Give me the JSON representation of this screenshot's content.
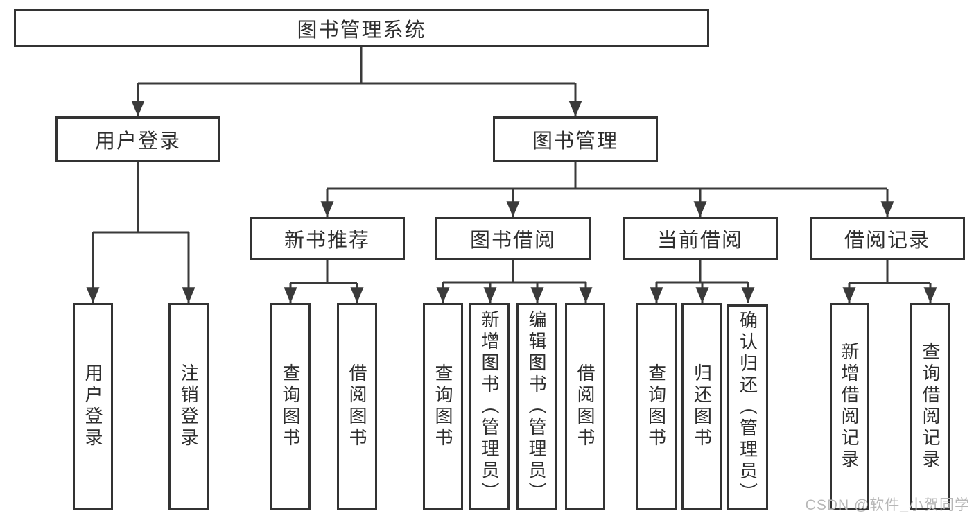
{
  "tree": {
    "root": {
      "label": "图书管理系统"
    },
    "user_login": {
      "label": "用户登录",
      "children": [
        {
          "label": "用户登录"
        },
        {
          "label": "注销登录"
        }
      ]
    },
    "book_mgmt": {
      "label": "图书管理",
      "sections": [
        {
          "label": "新书推荐",
          "children": [
            {
              "label": "查询图书"
            },
            {
              "label": "借阅图书"
            }
          ]
        },
        {
          "label": "图书借阅",
          "children": [
            {
              "label": "查询图书"
            },
            {
              "label": "新增图书（管理员）"
            },
            {
              "label": "编辑图书（管理员）"
            },
            {
              "label": "借阅图书"
            }
          ]
        },
        {
          "label": "当前借阅",
          "children": [
            {
              "label": "查询图书"
            },
            {
              "label": "归还图书"
            },
            {
              "label": "确认归还（管理员）"
            }
          ]
        },
        {
          "label": "借阅记录",
          "children": [
            {
              "label": "新增借阅记录"
            },
            {
              "label": "查询借阅记录"
            }
          ]
        }
      ]
    }
  },
  "watermark": "CSDN @软件_小贺同学",
  "colors": {
    "line": "#3a3a3a",
    "box_border": "#333333",
    "box_fill": "#ffffff",
    "text": "#2e2e2e",
    "background": "#ffffff",
    "watermark": "#b7b7b7"
  }
}
